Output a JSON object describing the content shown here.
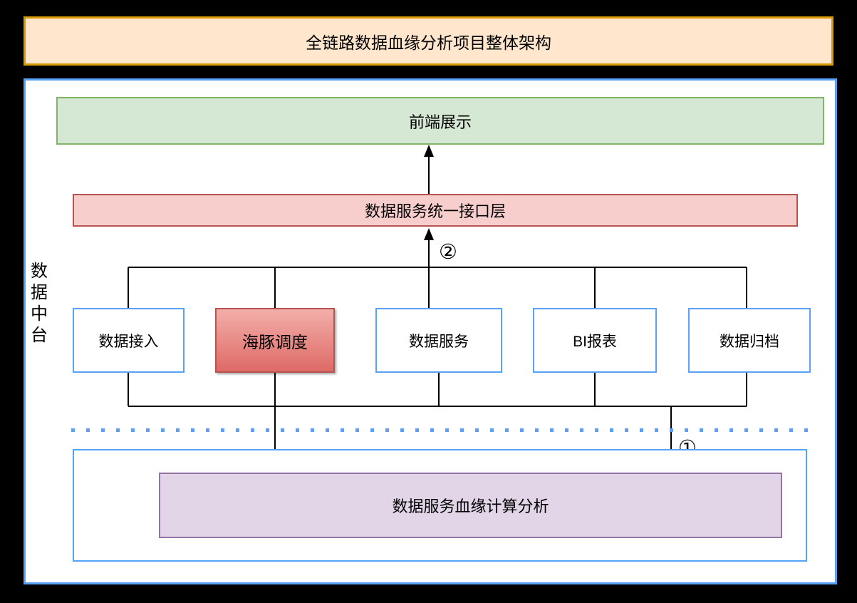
{
  "title_bar": {
    "text": "全链路数据血缘分析项目整体架构",
    "fill": "#ffe6cc",
    "border": "#d79b00"
  },
  "architecture": {
    "platform_label": "数据中台",
    "frontend_layer": {
      "label": "前端展示",
      "fill": "#d5e8d4",
      "border": "#82b366"
    },
    "interface_layer": {
      "label": "数据服务统一接口层",
      "fill": "#f8cecc",
      "border": "#b85450"
    },
    "modules": [
      {
        "label": "数据接入",
        "highlight": false
      },
      {
        "label": "海豚调度",
        "highlight": true
      },
      {
        "label": "数据服务",
        "highlight": false
      },
      {
        "label": "BI报表",
        "highlight": false
      },
      {
        "label": "数据归档",
        "highlight": false
      }
    ],
    "lineage_layer": {
      "label": "数据服务血缘计算分析",
      "fill": "#e1d5e7",
      "border": "#9673a6"
    },
    "flow_labels": {
      "step1": "①",
      "step2": "②"
    }
  },
  "colors": {
    "background": "#000000",
    "canvas_border": "#55a2f8",
    "module_border": "#59a3f7",
    "dotted_divider": "#5e9ff2",
    "connector": "#000000",
    "highlight_top": "#f3aeaa",
    "highlight_bottom": "#de6a66"
  }
}
